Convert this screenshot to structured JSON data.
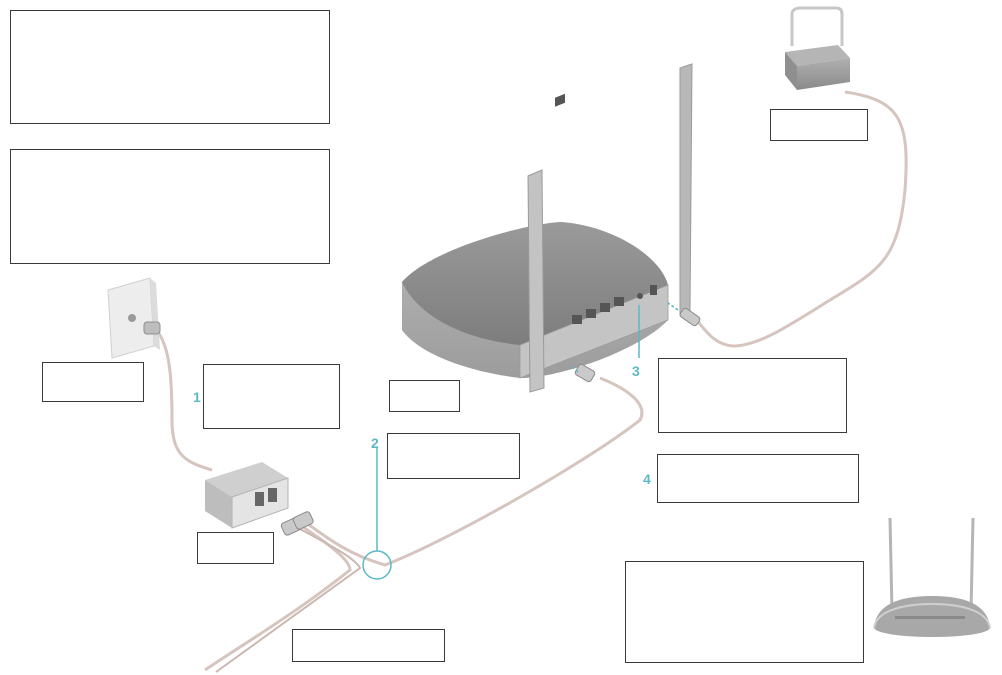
{
  "colors": {
    "cable": "#d6c4be",
    "cable_edge": "#bba8a1",
    "step_number": "#5cb8c4",
    "device_body": "#a7a7a7",
    "device_top": "#8e8e8e",
    "device_dark": "#6f6f6f",
    "wall_plate": "#ededed"
  },
  "icons": [
    "wall-phone-jack-icon",
    "splitter-icon",
    "modem-router-icon",
    "antenna-icon",
    "power-adapter-icon",
    "router-front-view-icon",
    "callout-circle-icon"
  ],
  "steps": {
    "s1": "1",
    "s2": "2",
    "s3": "3",
    "s4": "4"
  },
  "labels": {
    "top_box_1": "",
    "top_box_2": "",
    "phone_jack": "",
    "step1_note": "",
    "splitter": "",
    "step2_note": "",
    "dsl_port": "",
    "step3_note": "",
    "step4_note": "",
    "power_adapter": "",
    "phone_line": "",
    "front_view_note": ""
  }
}
